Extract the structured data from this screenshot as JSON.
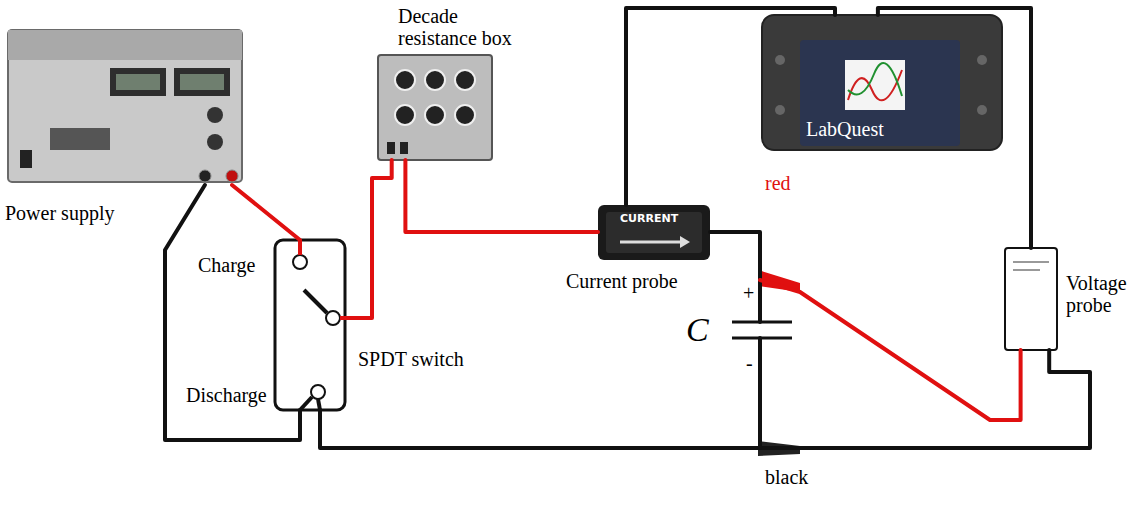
{
  "diagram": {
    "nodes": [
      {
        "text": [
          "Power supply"
        ]
      },
      {
        "text": [
          "SPDT switch"
        ]
      },
      {
        "text": [
          "Decade resistance box"
        ]
      },
      {
        "text": [
          "CURRENT",
          "Current probe"
        ]
      },
      {
        "text": [
          "LabQuest"
        ]
      },
      {
        "text": [
          "Voltage probe"
        ]
      }
    ],
    "edges": [
      {
        "from": 0,
        "to": 1,
        "arrow": "none"
      },
      {
        "from": 0,
        "to": 1,
        "arrow": "none"
      },
      {
        "from": 1,
        "to": 2,
        "arrow": "none"
      },
      {
        "from": 2,
        "to": 3,
        "arrow": "none"
      },
      {
        "from": 3,
        "to": 4,
        "arrow": "none"
      },
      {
        "from": 5,
        "to": 4,
        "arrow": "none"
      },
      {
        "from": 3,
        "to": 5,
        "arrow": "none"
      },
      {
        "from": 1,
        "to": 5,
        "arrow": "none"
      }
    ],
    "labels": [
      "Charge",
      "Discharge",
      "red",
      "black",
      "C",
      "+",
      "-"
    ]
  }
}
